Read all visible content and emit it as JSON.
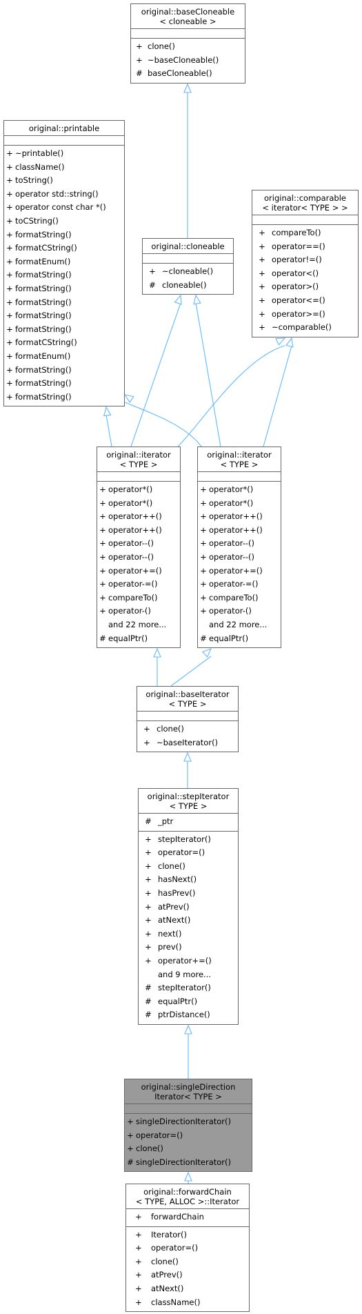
{
  "classes": [
    {
      "id": "baseCloneable",
      "title": [
        "original::baseCloneable",
        "< cloneable >"
      ],
      "attributes": [],
      "members": [
        {
          "vis": "+",
          "name": "clone()"
        },
        {
          "vis": "+",
          "name": "~baseCloneable()"
        },
        {
          "vis": "#",
          "name": "baseCloneable()"
        }
      ]
    },
    {
      "id": "printable",
      "title": [
        "original::printable"
      ],
      "attributes": [],
      "members": [
        {
          "vis": "+",
          "name": "~printable()"
        },
        {
          "vis": "+",
          "name": "className()"
        },
        {
          "vis": "+",
          "name": "toString()"
        },
        {
          "vis": "+",
          "name": "operator std::string()"
        },
        {
          "vis": "+",
          "name": "operator const char *()"
        },
        {
          "vis": "+",
          "name": "toCString()"
        },
        {
          "vis": "+",
          "name": "formatString()"
        },
        {
          "vis": "+",
          "name": "formatCString()"
        },
        {
          "vis": "+",
          "name": "formatEnum()"
        },
        {
          "vis": "+",
          "name": "formatString()"
        },
        {
          "vis": "+",
          "name": "formatString()"
        },
        {
          "vis": "+",
          "name": "formatString()"
        },
        {
          "vis": "+",
          "name": "formatString()"
        },
        {
          "vis": "+",
          "name": "formatString()"
        },
        {
          "vis": "+",
          "name": "formatCString()"
        },
        {
          "vis": "+",
          "name": "formatEnum()"
        },
        {
          "vis": "+",
          "name": "formatString()"
        },
        {
          "vis": "+",
          "name": "formatString()"
        },
        {
          "vis": "+",
          "name": "formatString()"
        }
      ]
    },
    {
      "id": "comparable",
      "title": [
        "original::comparable",
        "< iterator< TYPE > >"
      ],
      "attributes": [],
      "members": [
        {
          "vis": "+",
          "name": "compareTo()"
        },
        {
          "vis": "+",
          "name": "operator==()"
        },
        {
          "vis": "+",
          "name": "operator!=()"
        },
        {
          "vis": "+",
          "name": "operator<()"
        },
        {
          "vis": "+",
          "name": "operator>()"
        },
        {
          "vis": "+",
          "name": "operator<=()"
        },
        {
          "vis": "+",
          "name": "operator>=()"
        },
        {
          "vis": "+",
          "name": "~comparable()"
        }
      ]
    },
    {
      "id": "cloneable",
      "title": [
        "original::cloneable"
      ],
      "attributes": [],
      "members": [
        {
          "vis": "+",
          "name": "~cloneable()"
        },
        {
          "vis": "#",
          "name": "cloneable()"
        }
      ]
    },
    {
      "id": "iterator1",
      "title": [
        "original::iterator",
        "< TYPE >"
      ],
      "attributes": [],
      "members": [
        {
          "vis": "+",
          "name": "operator*()"
        },
        {
          "vis": "+",
          "name": "operator*()"
        },
        {
          "vis": "+",
          "name": "operator++()"
        },
        {
          "vis": "+",
          "name": "operator++()"
        },
        {
          "vis": "+",
          "name": "operator--()"
        },
        {
          "vis": "+",
          "name": "operator--()"
        },
        {
          "vis": "+",
          "name": "operator+=()"
        },
        {
          "vis": "+",
          "name": "operator-=()"
        },
        {
          "vis": "+",
          "name": "compareTo()"
        },
        {
          "vis": "+",
          "name": "operator-()"
        },
        {
          "vis": "",
          "name": "and 22 more..."
        },
        {
          "vis": "#",
          "name": "equalPtr()"
        }
      ]
    },
    {
      "id": "iterator2",
      "title": [
        "original::iterator",
        "< TYPE >"
      ],
      "attributes": [],
      "members": [
        {
          "vis": "+",
          "name": "operator*()"
        },
        {
          "vis": "+",
          "name": "operator*()"
        },
        {
          "vis": "+",
          "name": "operator++()"
        },
        {
          "vis": "+",
          "name": "operator++()"
        },
        {
          "vis": "+",
          "name": "operator--()"
        },
        {
          "vis": "+",
          "name": "operator--()"
        },
        {
          "vis": "+",
          "name": "operator+=()"
        },
        {
          "vis": "+",
          "name": "operator-=()"
        },
        {
          "vis": "+",
          "name": "compareTo()"
        },
        {
          "vis": "+",
          "name": "operator-()"
        },
        {
          "vis": "",
          "name": "and 22 more..."
        },
        {
          "vis": "#",
          "name": "equalPtr()"
        }
      ]
    },
    {
      "id": "baseIterator",
      "title": [
        "original::baseIterator",
        "< TYPE >"
      ],
      "attributes": [],
      "members": [
        {
          "vis": "+",
          "name": "clone()"
        },
        {
          "vis": "+",
          "name": "~baseIterator()"
        }
      ]
    },
    {
      "id": "stepIterator",
      "title": [
        "original::stepIterator",
        "< TYPE >"
      ],
      "attributes": [
        {
          "vis": "#",
          "name": "_ptr"
        }
      ],
      "members": [
        {
          "vis": "+",
          "name": "stepIterator()"
        },
        {
          "vis": "+",
          "name": "operator=()"
        },
        {
          "vis": "+",
          "name": "clone()"
        },
        {
          "vis": "+",
          "name": "hasNext()"
        },
        {
          "vis": "+",
          "name": "hasPrev()"
        },
        {
          "vis": "+",
          "name": "atPrev()"
        },
        {
          "vis": "+",
          "name": "atNext()"
        },
        {
          "vis": "+",
          "name": "next()"
        },
        {
          "vis": "+",
          "name": "prev()"
        },
        {
          "vis": "+",
          "name": "operator+=()"
        },
        {
          "vis": "",
          "name": "and 9 more..."
        },
        {
          "vis": "#",
          "name": "stepIterator()"
        },
        {
          "vis": "#",
          "name": "equalPtr()"
        },
        {
          "vis": "#",
          "name": "ptrDistance()"
        }
      ]
    },
    {
      "id": "singleDirectionIterator",
      "title": [
        "original::singleDirection",
        "Iterator< TYPE >"
      ],
      "attributes": [],
      "members": [
        {
          "vis": "+",
          "name": "singleDirectionIterator()"
        },
        {
          "vis": "+",
          "name": "operator=()"
        },
        {
          "vis": "+",
          "name": "clone()"
        },
        {
          "vis": "#",
          "name": "singleDirectionIterator()"
        }
      ]
    },
    {
      "id": "forwardChainIterator",
      "title": [
        "original::forwardChain",
        "< TYPE, ALLOC >::Iterator"
      ],
      "attributes": [
        {
          "vis": "+",
          "name": "forwardChain"
        }
      ],
      "members": [
        {
          "vis": "+",
          "name": "Iterator()"
        },
        {
          "vis": "+",
          "name": "operator=()"
        },
        {
          "vis": "+",
          "name": "clone()"
        },
        {
          "vis": "+",
          "name": "atPrev()"
        },
        {
          "vis": "+",
          "name": "atNext()"
        },
        {
          "vis": "+",
          "name": "className()"
        }
      ]
    }
  ],
  "colors": {
    "edge": "#63b8ff",
    "border": "#666666",
    "highlight": "#9a9a9a"
  }
}
